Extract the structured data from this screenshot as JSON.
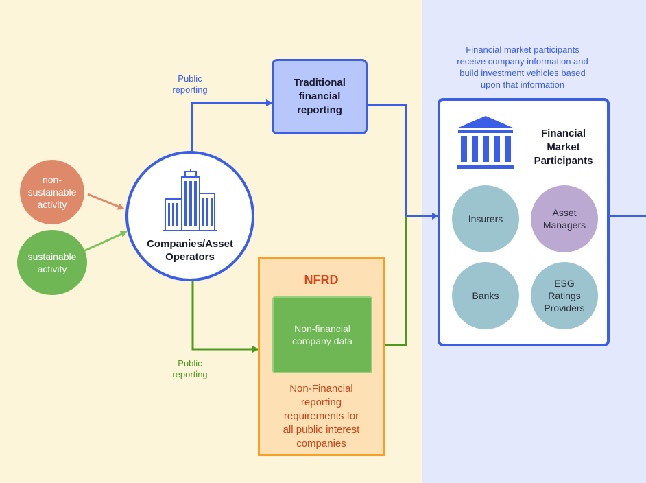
{
  "colors": {
    "left_bg": "#fdf5d9",
    "right_bg": "#e3e8fc",
    "blue": "#3a5ee8",
    "green": "#4e9a1f",
    "orange": "#f5a02a",
    "non_sustainable": "#de8a6a",
    "sustainable": "#6fb754",
    "teal_circle": "#9cc4cf",
    "purple_circle": "#bca9d2"
  },
  "activities": {
    "non_sustainable": "non-\nsustainable\nactivity",
    "sustainable": "sustainable\nactivity"
  },
  "company": {
    "label": "Companies/Asset\nOperators",
    "icon": "office-buildings-icon"
  },
  "public_reporting_top": "Public\nreporting",
  "public_reporting_bottom": "Public\nreporting",
  "traditional": "Traditional\nfinancial\nreporting",
  "nfrd": {
    "title": "NFRD",
    "data_box": "Non-financial\ncompany data",
    "description": "Non-Financial\nreporting\nrequirements for\nall public interest\ncompanies"
  },
  "financial_market": {
    "caption": "Financial market participants\nreceive company information and\nbuild investment vehicles based\nupon that information",
    "title": "Financial\nMarket\nParticipants",
    "icon": "bank-building-icon",
    "participants": [
      "Insurers",
      "Asset\nManagers",
      "Banks",
      "ESG\nRatings\nProviders"
    ]
  }
}
